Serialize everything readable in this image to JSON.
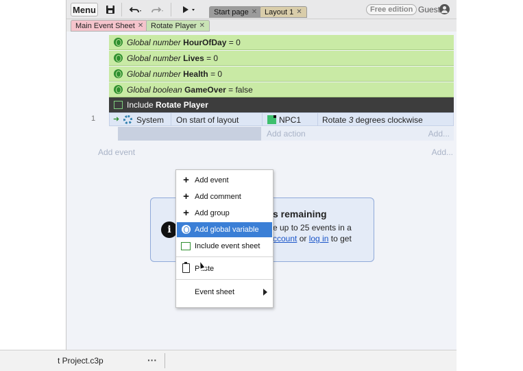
{
  "toolbar": {
    "menu_label": "Menu",
    "tabs": [
      {
        "label": "Start page"
      },
      {
        "label": "Layout 1"
      }
    ],
    "edition_badge": "Free edition",
    "user_label": "Guest"
  },
  "sheet_tabs": [
    {
      "label": "Main Event Sheet"
    },
    {
      "label": "Rotate Player"
    }
  ],
  "global_vars": [
    {
      "type_label": "Global number",
      "name": "HourOfDay",
      "value": "= 0"
    },
    {
      "type_label": "Global number",
      "name": "Lives",
      "value": "= 0"
    },
    {
      "type_label": "Global number",
      "name": "Health",
      "value": "= 0"
    },
    {
      "type_label": "Global boolean",
      "name": "GameOver",
      "value": "= false"
    }
  ],
  "include": {
    "prefix": "Include",
    "sheet": "Rotate Player"
  },
  "event": {
    "number": "1",
    "object": "System",
    "condition": "On start of layout",
    "action_object": "NPC1",
    "action_pre": "Rotate",
    "action_value": "3",
    "action_post": "degrees clockwise",
    "add_action": "Add action",
    "add_action_more": "Add..."
  },
  "add_event": {
    "label": "Add event",
    "more": "Add..."
  },
  "notice": {
    "title": "s remaining",
    "line1": "e up to 25 events in a",
    "line2_link1": "ccount",
    "line2_mid": "or",
    "line2_link2": "log in",
    "line2_end": "to get"
  },
  "context_menu": {
    "items": [
      {
        "label": "Add event",
        "icon": "plus-icon"
      },
      {
        "label": "Add comment",
        "icon": "plus-icon"
      },
      {
        "label": "Add group",
        "icon": "plus-icon"
      },
      {
        "label": "Add global variable",
        "icon": "globe-icon",
        "highlighted": true
      },
      {
        "label": "Include event sheet",
        "icon": "include-sheet-icon"
      },
      {
        "label": "Paste",
        "icon": "clipboard-icon"
      },
      {
        "label": "Event sheet",
        "icon": "submenu-arrow-icon"
      }
    ]
  },
  "statusbar": {
    "project": "t Project.c3p",
    "more": "···"
  }
}
